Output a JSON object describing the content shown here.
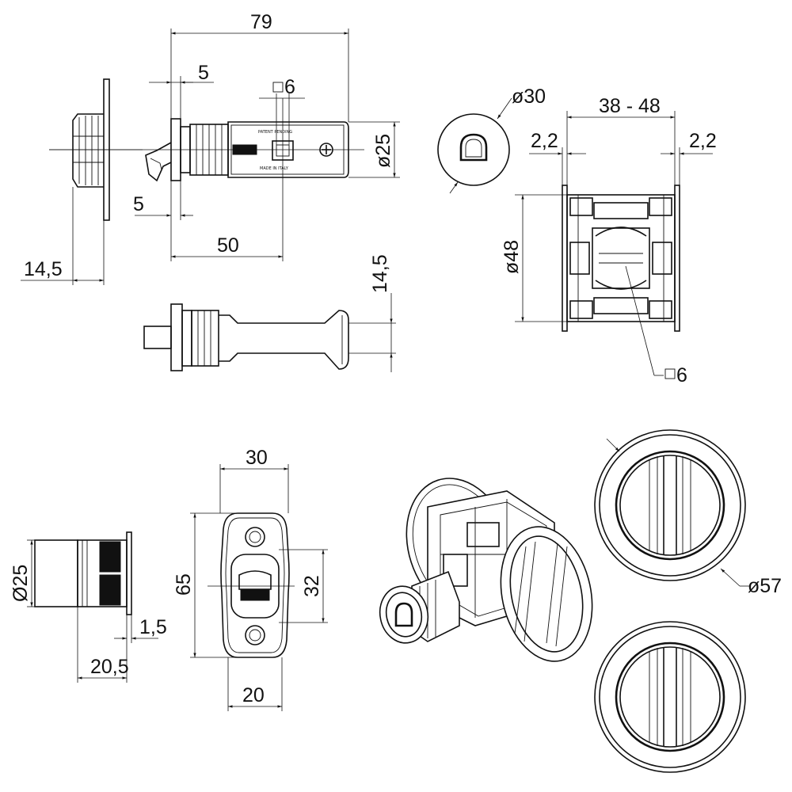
{
  "dimensions": {
    "latch_length": "79",
    "faceplate_thickness_top": "5",
    "spindle_square": "6",
    "body_diameter": "ø25",
    "faceplate_thickness_bottom": "5",
    "backset": "50",
    "strike_depth": "14,5",
    "bolt_throw": "14,5",
    "pull_diameter": "ø30",
    "door_thickness_range": "38 - 48",
    "flange_left": "2,2",
    "flange_right": "2,2",
    "mechanism_diameter": "ø48",
    "mechanism_square": "6",
    "cylinder_diameter": "Ø25",
    "flange_thickness": "1,5",
    "cylinder_depth": "20,5",
    "striker_width": "30",
    "striker_height": "65",
    "striker_opening": "32",
    "striker_inner_width": "20",
    "rose_diameter": "ø57"
  },
  "body_marks": {
    "patent": "PATENT PENDING",
    "made_in": "MADE IN ITALY"
  }
}
